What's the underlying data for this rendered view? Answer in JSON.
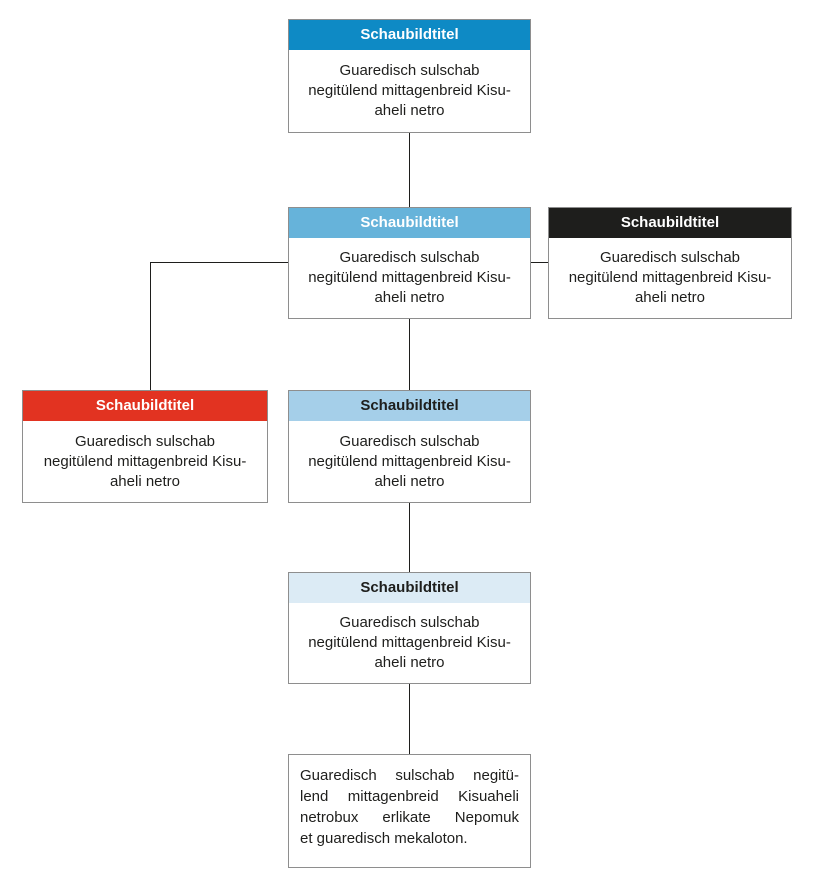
{
  "diagram_type": "flowchart",
  "palette": {
    "header_blue": "#0e8ac5",
    "header_mid_blue": "#66b3da",
    "header_light_blue": "#a5cfe9",
    "header_pale_blue": "#dcebf5",
    "header_red": "#e23321",
    "header_black": "#1e1e1c",
    "box_border_gray": "#8e8e8e",
    "body_text": "#1e1e1c",
    "header_text_light": "#ffffff",
    "connector_line": "#1e1e1c",
    "background": "#ffffff"
  },
  "boxes": {
    "top": {
      "title": "Schaubildtitel",
      "body": "Guaredisch sulschab\nnegitülend mittagenbreid Kisu-\naheli netro"
    },
    "level2_center": {
      "title": "Schaubildtitel",
      "body": "Guaredisch sulschab\nnegitülend mittagenbreid Kisu-\naheli netro"
    },
    "level2_right": {
      "title": "Schaubildtitel",
      "body": "Guaredisch sulschab\nnegitülend mittagenbreid Kisu-\naheli netro"
    },
    "level3_left": {
      "title": "Schaubildtitel",
      "body": "Guaredisch sulschab\nnegitülend mittagenbreid Kisu-\naheli netro"
    },
    "level3_center": {
      "title": "Schaubildtitel",
      "body": "Guaredisch sulschab\nnegitülend mittagenbreid Kisu-\naheli netro"
    },
    "level4_center": {
      "title": "Schaubildtitel",
      "body": "Guaredisch sulschab\nnegitülend mittagenbreid Kisu-\naheli netro"
    },
    "bottom": {
      "lines": [
        "Guaredisch sulschab negitü-",
        "lend mittagenbreid Kisuaheli",
        "netrobux erlikate Nepomuk",
        "et guaredisch mekaloton."
      ]
    }
  }
}
